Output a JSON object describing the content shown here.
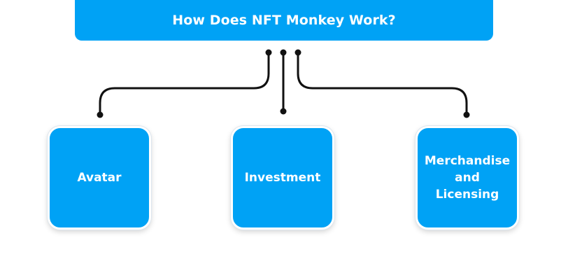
{
  "header": {
    "title": "How Does NFT Monkey Work?"
  },
  "nodes": [
    {
      "label": "Avatar"
    },
    {
      "label": "Investment"
    },
    {
      "label": "Merchandise and Licensing"
    }
  ],
  "colors": {
    "box_fill": "#00a2f5",
    "box_text": "#ffffff",
    "connector": "#111111",
    "background": "#ffffff"
  }
}
